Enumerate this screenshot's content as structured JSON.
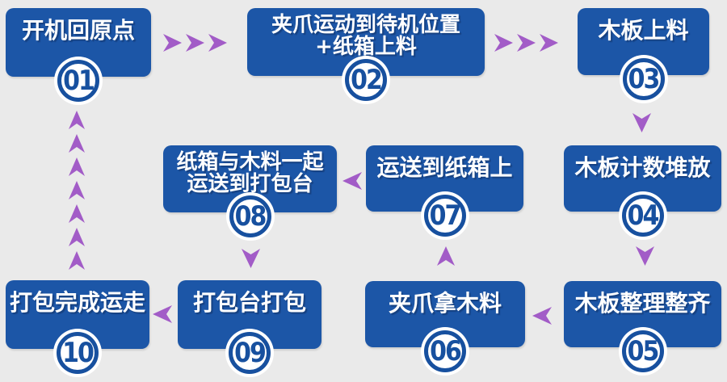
{
  "diagram": {
    "type": "flowchart",
    "language": "zh-CN",
    "colors": {
      "background": "#eaeaea",
      "box_blue": "#1c56a7",
      "badge_ring_blue": "#17509f",
      "arrow_purple": "#a25cc7",
      "text_white": "#ffffff"
    },
    "steps": [
      {
        "number": "01",
        "line1": "开机回原点"
      },
      {
        "number": "02",
        "line1": "夹爪运动到待机位置",
        "line2": "+纸箱上料"
      },
      {
        "number": "03",
        "line1": "木板上料"
      },
      {
        "number": "04",
        "line1": "木板计数堆放"
      },
      {
        "number": "05",
        "line1": "木板整理整齐"
      },
      {
        "number": "06",
        "line1": "夹爪拿木料"
      },
      {
        "number": "07",
        "line1": "运送到纸箱上"
      },
      {
        "number": "08",
        "line1": "纸箱与木料一起",
        "line2": "运送到打包台"
      },
      {
        "number": "09",
        "line1": "打包台打包"
      },
      {
        "number": "10",
        "line1": "打包完成运走"
      }
    ],
    "connections": [
      {
        "from": "01",
        "to": "02",
        "direction": "right",
        "arrow_count": 3
      },
      {
        "from": "02",
        "to": "03",
        "direction": "right",
        "arrow_count": 3
      },
      {
        "from": "03",
        "to": "04",
        "direction": "down",
        "arrow_count": 1
      },
      {
        "from": "04",
        "to": "05",
        "direction": "down",
        "arrow_count": 1
      },
      {
        "from": "05",
        "to": "06",
        "direction": "left",
        "arrow_count": 1
      },
      {
        "from": "06",
        "to": "07",
        "direction": "up",
        "arrow_count": 1
      },
      {
        "from": "07",
        "to": "08",
        "direction": "left",
        "arrow_count": 1
      },
      {
        "from": "08",
        "to": "09",
        "direction": "down",
        "arrow_count": 1
      },
      {
        "from": "09",
        "to": "10",
        "direction": "left",
        "arrow_count": 1
      },
      {
        "from": "10",
        "to": "01",
        "direction": "up",
        "arrow_count": 7
      }
    ]
  }
}
